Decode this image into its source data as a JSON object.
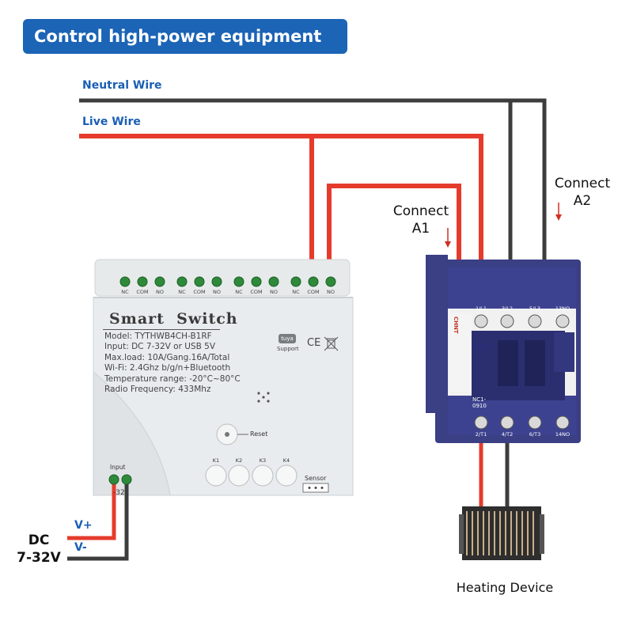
{
  "title": "Control high-power equipment",
  "wires": {
    "neutral": "Neutral Wire",
    "live": "Live Wire"
  },
  "connections": {
    "a1": "Connect\nA1",
    "a2": "Connect\nA2"
  },
  "device": {
    "title": "Smart  Switch",
    "specs": [
      "Model:  TYTHWB4CH-B1RF",
      "Input:  DC 7-32V or USB 5V",
      "Max.load:  10A/Gang.16A/Total",
      "Wi-Fi:  2.4Ghz b/g/n+Bluetooth",
      "Temperature range: -20°C~80°C",
      "Radio Frequency:  433Mhz"
    ],
    "terminal_labels": [
      "NC",
      "COM",
      "NO",
      "NC",
      "COM",
      "NO",
      "NC",
      "COM",
      "NO",
      "NC",
      "COM",
      "NO"
    ],
    "reset": "Reset",
    "keys": [
      "K1",
      "K2",
      "K3",
      "K4"
    ],
    "sensor": "Sensor",
    "input": "Input",
    "input_range": "-32",
    "tuya_logo": "tuya",
    "tuya_support": "Support",
    "ce": "CE"
  },
  "contactor": {
    "brand": "CHNT",
    "model": "NC1-\n0910",
    "top_terminals": [
      "1/L1",
      "3/L2",
      "5/L3",
      "13NO"
    ],
    "bottom_terminals": [
      "2/T1",
      "4/T2",
      "6/T3",
      "14NO"
    ]
  },
  "power": {
    "dc": "DC\n7-32V",
    "vplus": "V+",
    "vminus": "V-"
  },
  "load": "Heating Device",
  "colors": {
    "banner": "#1b64b6",
    "label_blue": "#1a5fb4",
    "live": "#e53b2c",
    "neutral": "#3d3d3d",
    "contactor_body": "#3b3f84"
  }
}
